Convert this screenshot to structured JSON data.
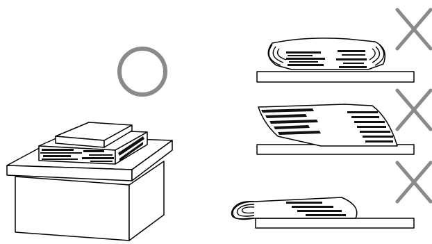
{
  "colors": {
    "ok_mark": "#8a8a8a",
    "ng_mark": "#8a8a8a",
    "line": "#000000",
    "background": "#ffffff"
  },
  "scenes": [
    {
      "name": "paper-stack-on-box",
      "verdict": "correct",
      "mark": "circle"
    },
    {
      "name": "paper-curled-both-ends",
      "verdict": "incorrect",
      "mark": "cross"
    },
    {
      "name": "paper-overhanging-and-curled",
      "verdict": "incorrect",
      "mark": "cross"
    },
    {
      "name": "paper-curled-one-end",
      "verdict": "incorrect",
      "mark": "cross"
    }
  ]
}
